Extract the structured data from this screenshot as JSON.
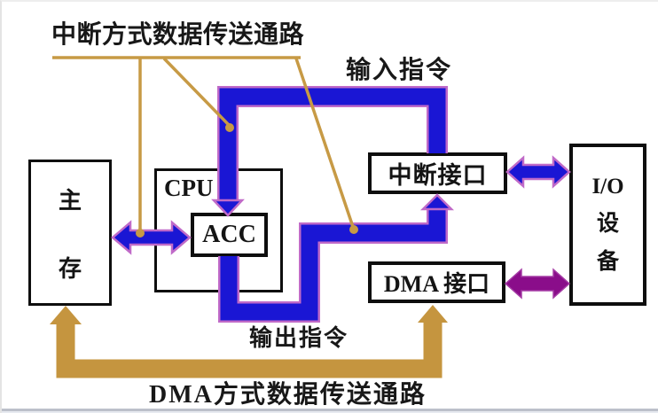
{
  "diagram": {
    "labels": {
      "interrupt_path": "中断方式数据传送通路",
      "input_instruction": "输入指令",
      "output_instruction": "输出指令",
      "dma_path": "DMA方式数据传送通路"
    },
    "boxes": {
      "main_memory": {
        "line1": "主",
        "line2": "存"
      },
      "cpu": "CPU",
      "acc": "ACC",
      "interrupt_interface": "中断接口",
      "dma_interface": "DMA 接口",
      "io_device": {
        "line1": "I/O",
        "line2": "设",
        "line3": "备"
      }
    },
    "colors": {
      "bus_blue": "#1a16d4",
      "bus_fringe": "#c06ac8",
      "dma_tan": "#c5953f",
      "pointer_tan": "#c79a45",
      "purple_arrow": "#8a0d8a",
      "box_border": "#0e0e0e"
    }
  }
}
